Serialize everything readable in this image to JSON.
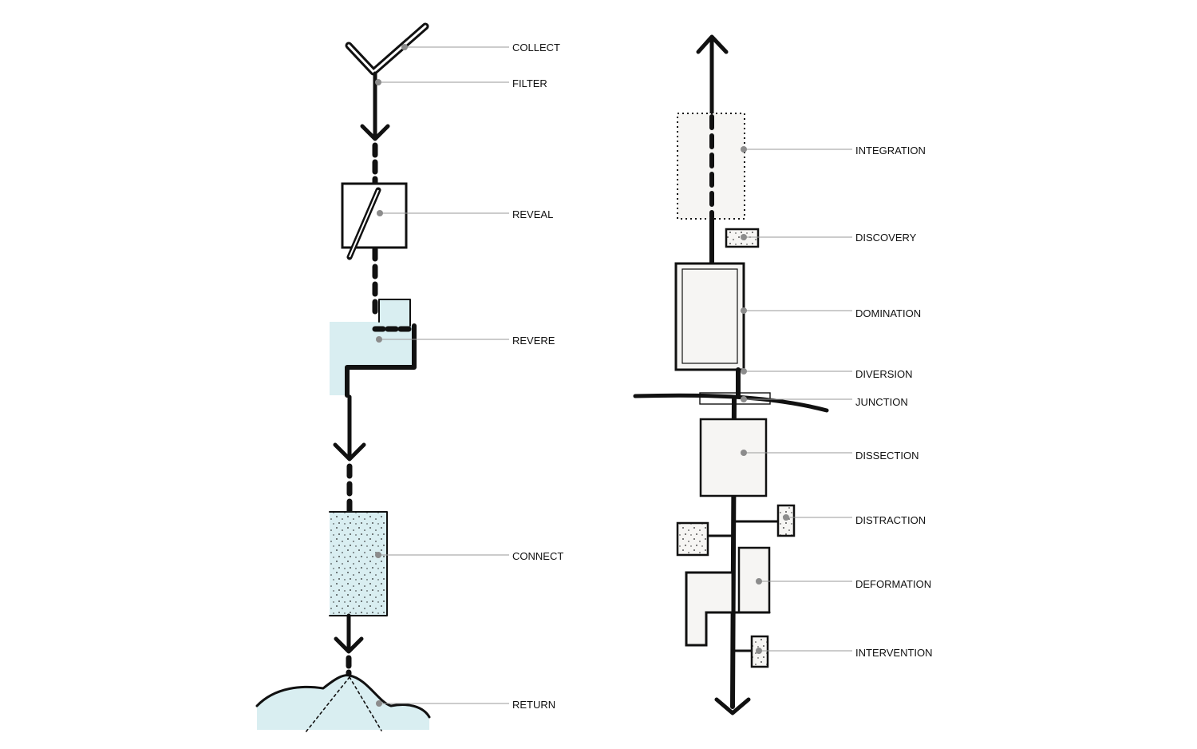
{
  "colors": {
    "ink": "#111111",
    "water": "#d9eef1",
    "paper": "#f6f5f3",
    "leader": "#9a9a9a",
    "dot": "#8c8c8c"
  },
  "left_sequence": [
    {
      "id": "collect",
      "label": "COLLECT"
    },
    {
      "id": "filter",
      "label": "FILTER"
    },
    {
      "id": "reveal",
      "label": "REVEAL"
    },
    {
      "id": "revere",
      "label": "REVERE"
    },
    {
      "id": "connect",
      "label": "CONNECT"
    },
    {
      "id": "return",
      "label": "RETURN"
    }
  ],
  "right_sequence": [
    {
      "id": "integration",
      "label": "INTEGRATION"
    },
    {
      "id": "discovery",
      "label": "DISCOVERY"
    },
    {
      "id": "domination",
      "label": "DOMINATION"
    },
    {
      "id": "diversion",
      "label": "DIVERSION"
    },
    {
      "id": "junction",
      "label": "JUNCTION"
    },
    {
      "id": "dissection",
      "label": "DISSECTION"
    },
    {
      "id": "distraction",
      "label": "DISTRACTION"
    },
    {
      "id": "deformation",
      "label": "DEFORMATION"
    },
    {
      "id": "intervention",
      "label": "INTERVENTION"
    }
  ]
}
